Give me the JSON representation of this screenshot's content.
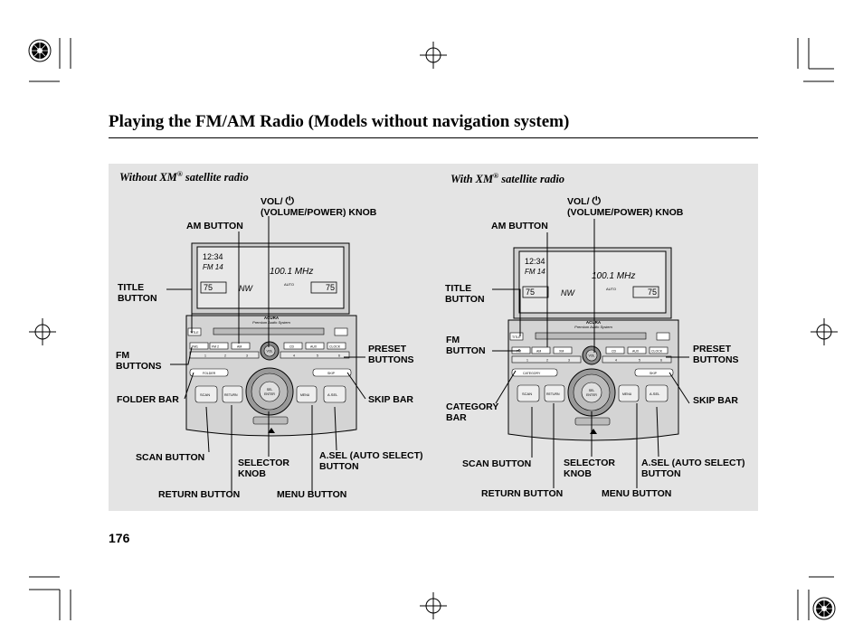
{
  "page": {
    "title": "Playing the FM/AM Radio (Models without navigation system)",
    "page_number": "176"
  },
  "left": {
    "heading_pre": "Without XM",
    "heading_sup": "®",
    "heading_post": " satellite radio",
    "labels": {
      "vol_line1": "VOL/",
      "vol_line2": "(VOLUME/POWER) KNOB",
      "am_button": "AM BUTTON",
      "title_line1": "TITLE",
      "title_line2": "BUTTON",
      "fm_line1": "FM",
      "fm_line2": "BUTTONS",
      "preset_line1": "PRESET",
      "preset_line2": "BUTTONS",
      "folder_bar": "FOLDER BAR",
      "skip_bar": "SKIP BAR",
      "scan_button": "SCAN BUTTON",
      "selector_line1": "SELECTOR",
      "selector_line2": "KNOB",
      "asel_line1": "A.SEL (AUTO SELECT)",
      "asel_line2": "BUTTON",
      "return_button": "RETURN BUTTON",
      "menu_button": "MENU BUTTON"
    },
    "unit": {
      "display_time": "12:34",
      "display_band": "FM 14",
      "display_freq": "100.1 MHz",
      "display_left_temp": "75",
      "display_right_temp": "75",
      "display_mode": "NW",
      "display_auto": "AUTO",
      "brand": "ACURA",
      "brand_sub": "Premium Audio System",
      "btn_title": "TITLE",
      "btn_fm1": "FM1",
      "btn_fm2": "FM 2",
      "btn_am": "AM",
      "btn_cd": "CD",
      "btn_aux": "AUX",
      "btn_clock": "CLOCK",
      "bar_left": "FOLDER",
      "bar_right": "SKIP",
      "btn_scan": "SCAN",
      "btn_return": "RETURN",
      "btn_menu": "MENU",
      "btn_asel": "A.SEL",
      "knob_text": "SEL\nENTER",
      "vol_text": "VOL",
      "presets": [
        "1",
        "2",
        "3",
        "4",
        "5",
        "6"
      ]
    }
  },
  "right": {
    "heading_pre": "With XM",
    "heading_sup": "®",
    "heading_post": " satellite radio",
    "labels": {
      "vol_line1": "VOL/",
      "vol_line2": "(VOLUME/POWER) KNOB",
      "am_button": "AM BUTTON",
      "title_line1": "TITLE",
      "title_line2": "BUTTON",
      "fm_line1": "FM",
      "fm_line2": "BUTTON",
      "preset_line1": "PRESET",
      "preset_line2": "BUTTONS",
      "category_line1": "CATEGORY",
      "category_line2": "BAR",
      "skip_bar": "SKIP BAR",
      "scan_button": "SCAN BUTTON",
      "selector_line1": "SELECTOR",
      "selector_line2": "KNOB",
      "asel_line1": "A.SEL (AUTO SELECT)",
      "asel_line2": "BUTTON",
      "return_button": "RETURN BUTTON",
      "menu_button": "MENU BUTTON"
    },
    "unit": {
      "display_time": "12:34",
      "display_band": "FM 14",
      "display_freq": "100.1 MHz",
      "display_left_temp": "75",
      "display_right_temp": "75",
      "display_mode": "NW",
      "display_auto": "AUTO",
      "brand": "ACURA",
      "brand_sub": "Premium Audio System",
      "btn_title": "TITLE",
      "btn_fm1": "FM",
      "btn_fm2": "AM",
      "btn_am": "XM",
      "btn_cd": "CD",
      "btn_aux": "AUX",
      "btn_clock": "CLOCK",
      "bar_left": "CATEGORY",
      "bar_right": "SKIP",
      "btn_scan": "SCAN",
      "btn_return": "RETURN",
      "btn_menu": "MENU",
      "btn_asel": "A.SEL",
      "knob_text": "SEL\nENTER",
      "vol_text": "VOL",
      "presets": [
        "1",
        "2",
        "3",
        "4",
        "5",
        "6"
      ]
    }
  },
  "colors": {
    "panel_bg": "#e4e4e4",
    "unit_face": "#d4d4d4",
    "display_bg": "#e8e8e8",
    "ink": "#000000"
  }
}
